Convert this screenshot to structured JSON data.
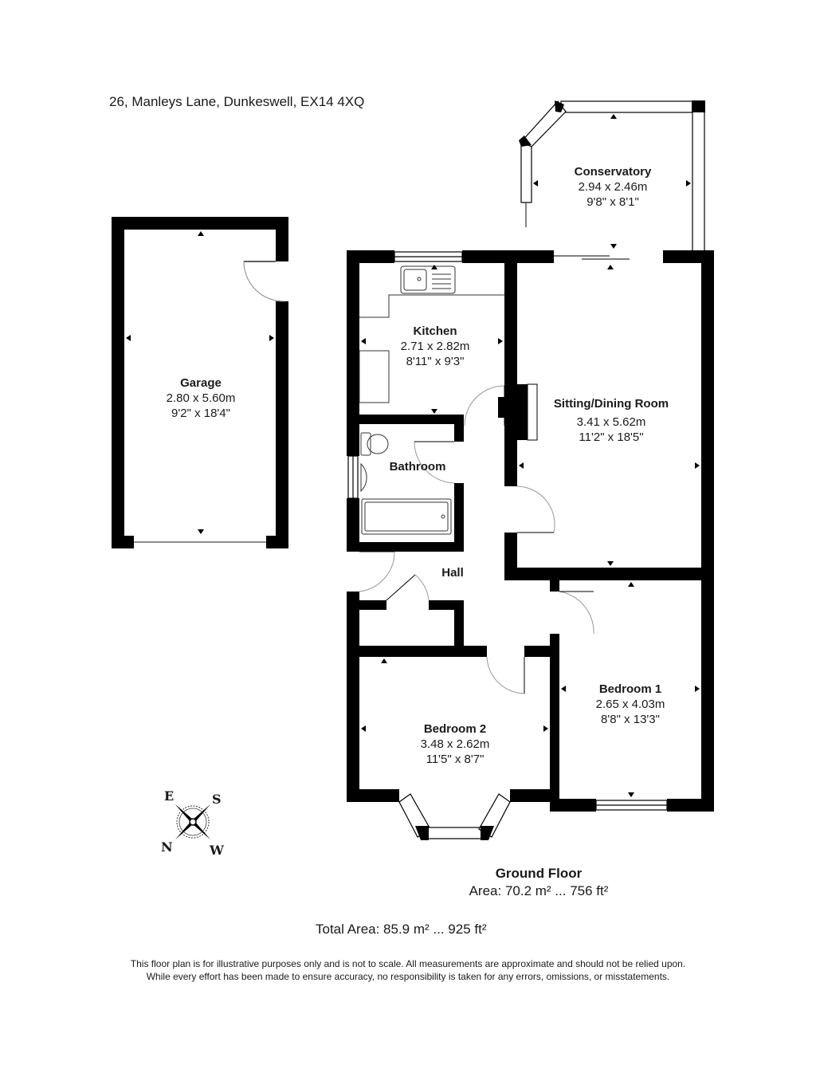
{
  "address": "26, Manleys Lane, Dunkeswell, EX14 4XQ",
  "rooms": [
    {
      "name": "Conservatory",
      "metric": "2.94 x 2.46m",
      "imperial": "9'8\" x 8'1\""
    },
    {
      "name": "Garage",
      "metric": "2.80 x 5.60m",
      "imperial": "9'2\" x 18'4\""
    },
    {
      "name": "Kitchen",
      "metric": "2.71 x 2.82m",
      "imperial": "8'11\" x 9'3\""
    },
    {
      "name": "Sitting/Dining Room",
      "metric": "3.41 x 5.62m",
      "imperial": "11'2\" x 18'5\""
    },
    {
      "name": "Bathroom"
    },
    {
      "name": "Hall"
    },
    {
      "name": "Bedroom 1",
      "metric": "2.65 x 4.03m",
      "imperial": "8'8\" x 13'3\""
    },
    {
      "name": "Bedroom 2",
      "metric": "3.48 x 2.62m",
      "imperial": "11'5\" x 8'7\""
    }
  ],
  "compass": {
    "top_left": "E",
    "top_right": "S",
    "bottom_left": "N",
    "bottom_right": "W"
  },
  "floor": {
    "name": "Ground Floor",
    "area": "Area: 70.2 m² ... 756 ft²"
  },
  "total_area": "Total Area: 85.9 m² ... 925 ft²",
  "disclaimer": {
    "line1": "This floor plan is for illustrative purposes only and is not to scale. All measurements are approximate and should not be relied upon.",
    "line2": "While every effort has been made to ensure accuracy, no responsibility is taken for any errors, omissions, or misstatements."
  }
}
